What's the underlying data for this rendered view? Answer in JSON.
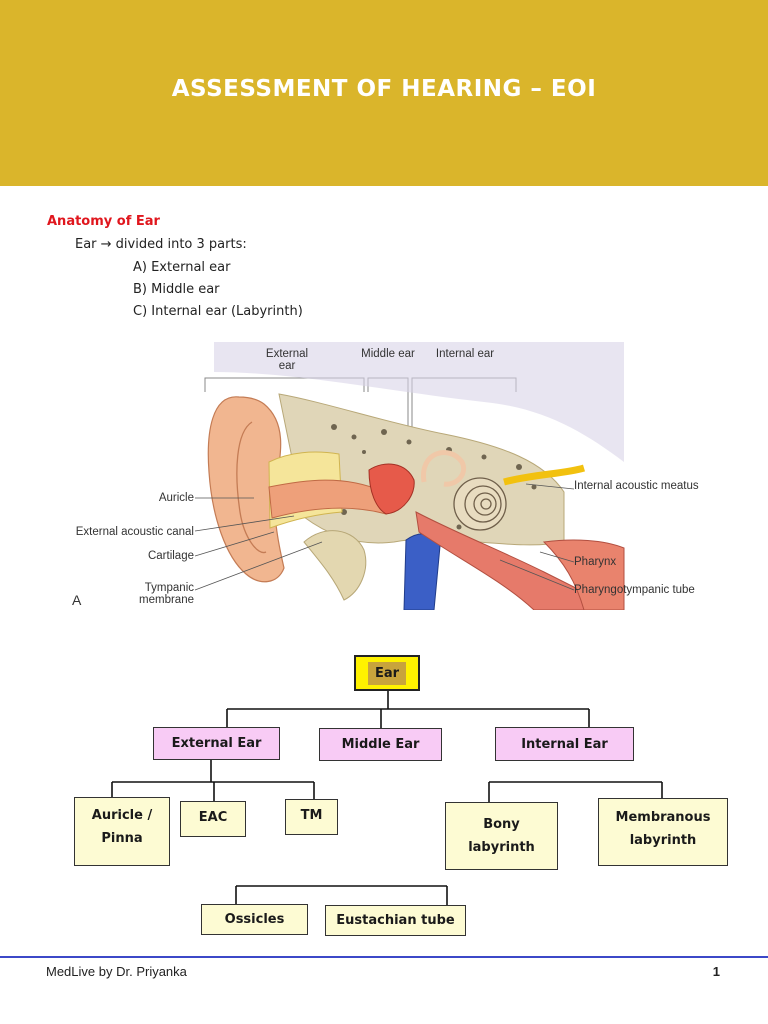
{
  "header": {
    "title": "ASSESSMENT OF HEARING – EOI"
  },
  "section": {
    "heading": "Anatomy of Ear",
    "intro": "Ear → divided into 3 parts:",
    "parts": [
      "A)  External ear",
      "B)  Middle ear",
      "C)  Internal ear (Labyrinth)"
    ]
  },
  "diagram": {
    "top_labels": {
      "external": "External ear",
      "middle": "Middle ear",
      "internal": "Internal ear"
    },
    "left_labels": {
      "auricle": "Auricle",
      "external_canal": "External acoustic canal",
      "cartilage": "Cartilage",
      "tympanic": "Tympanic membrane"
    },
    "right_labels": {
      "acoustic_meatus": "Internal acoustic meatus",
      "pharynx": "Pharynx",
      "pharyngotympanic": "Pharyngotympanic tube"
    },
    "panel_letter": "A"
  },
  "flowchart": {
    "root": "Ear",
    "external": "External Ear",
    "middle": "Middle Ear",
    "internal": "Internal Ear",
    "auricle_line1": "Auricle /",
    "auricle_line2": "Pinna",
    "eac": "EAC",
    "tm": "TM",
    "bony_line1": "Bony",
    "bony_line2": "labyrinth",
    "membranous_line1": "Membranous",
    "membranous_line2": "labyrinth",
    "ossicles": "Ossicles",
    "eustachian": "Eustachian tube"
  },
  "footer": {
    "credit": "MedLive by Dr. Priyanka",
    "page_number": "1"
  }
}
